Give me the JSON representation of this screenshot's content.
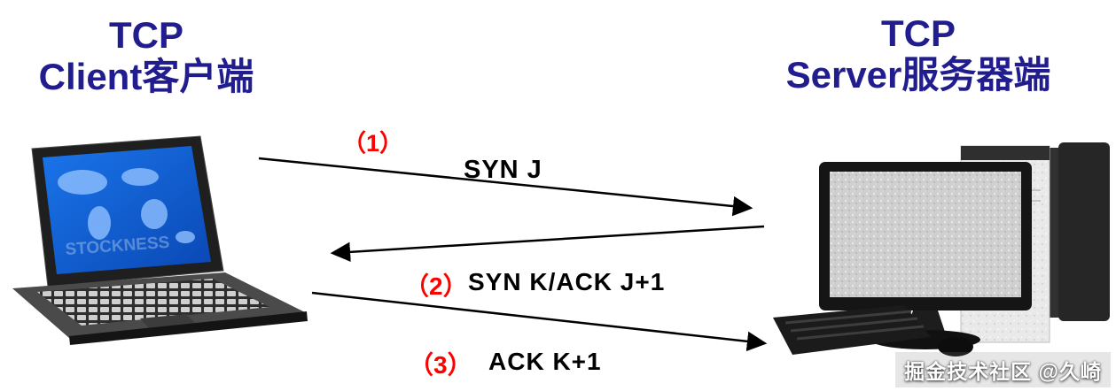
{
  "client": {
    "title_line1": "TCP",
    "title_line2": "Client客户端"
  },
  "server": {
    "title_line1": "TCP",
    "title_line2": "Server服务器端"
  },
  "messages": [
    {
      "step": "（1）",
      "label": "SYN J",
      "from": "client",
      "to": "server"
    },
    {
      "step": "（2）",
      "label": "SYN K/ACK J+1",
      "from": "server",
      "to": "client"
    },
    {
      "step": "（3）",
      "label": "ACK K+1",
      "from": "client",
      "to": "server"
    }
  ],
  "screen_watermark": "STOCKNESS",
  "watermark": "掘金技术社区 @久崎",
  "colors": {
    "title": "#211d8e",
    "step_number": "#ff0000",
    "message_label": "#000000",
    "arrow": "#000000",
    "background": "#ffffff"
  }
}
